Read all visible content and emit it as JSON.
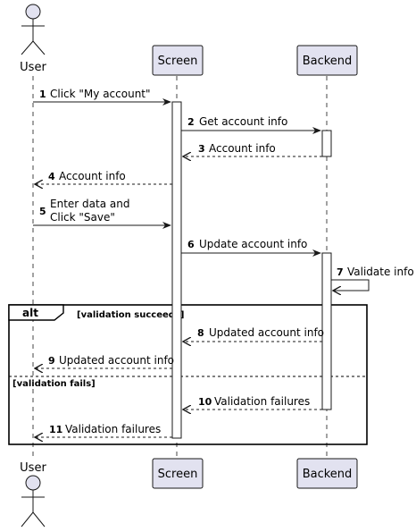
{
  "participants": [
    {
      "id": "user",
      "label": "User",
      "kind": "actor"
    },
    {
      "id": "screen",
      "label": "Screen",
      "kind": "participant"
    },
    {
      "id": "backend",
      "label": "Backend",
      "kind": "participant"
    }
  ],
  "messages": [
    {
      "num": "1",
      "lines": [
        "Click \"My account\""
      ],
      "from": "user",
      "to": "screen",
      "style": "solid"
    },
    {
      "num": "2",
      "lines": [
        "Get account info"
      ],
      "from": "screen",
      "to": "backend",
      "style": "solid"
    },
    {
      "num": "3",
      "lines": [
        "Account info"
      ],
      "from": "backend",
      "to": "screen",
      "style": "dashed"
    },
    {
      "num": "4",
      "lines": [
        "Account info"
      ],
      "from": "screen",
      "to": "user",
      "style": "dashed"
    },
    {
      "num": "5",
      "lines": [
        "Enter data and",
        "Click \"Save\""
      ],
      "from": "user",
      "to": "screen",
      "style": "solid"
    },
    {
      "num": "6",
      "lines": [
        "Update account info"
      ],
      "from": "screen",
      "to": "backend",
      "style": "solid"
    },
    {
      "num": "7",
      "lines": [
        "Validate info"
      ],
      "from": "backend",
      "to": "backend",
      "style": "solid"
    },
    {
      "num": "8",
      "lines": [
        "Updated account info"
      ],
      "from": "backend",
      "to": "screen",
      "style": "dashed"
    },
    {
      "num": "9",
      "lines": [
        "Updated account info"
      ],
      "from": "screen",
      "to": "user",
      "style": "dashed"
    },
    {
      "num": "10",
      "lines": [
        "Validation failures"
      ],
      "from": "backend",
      "to": "screen",
      "style": "dashed"
    },
    {
      "num": "11",
      "lines": [
        "Validation failures"
      ],
      "from": "screen",
      "to": "user",
      "style": "dashed"
    }
  ],
  "alt_fragment": {
    "keyword": "alt",
    "guards": [
      "[validation succeeds]",
      "[validation fails]"
    ]
  }
}
